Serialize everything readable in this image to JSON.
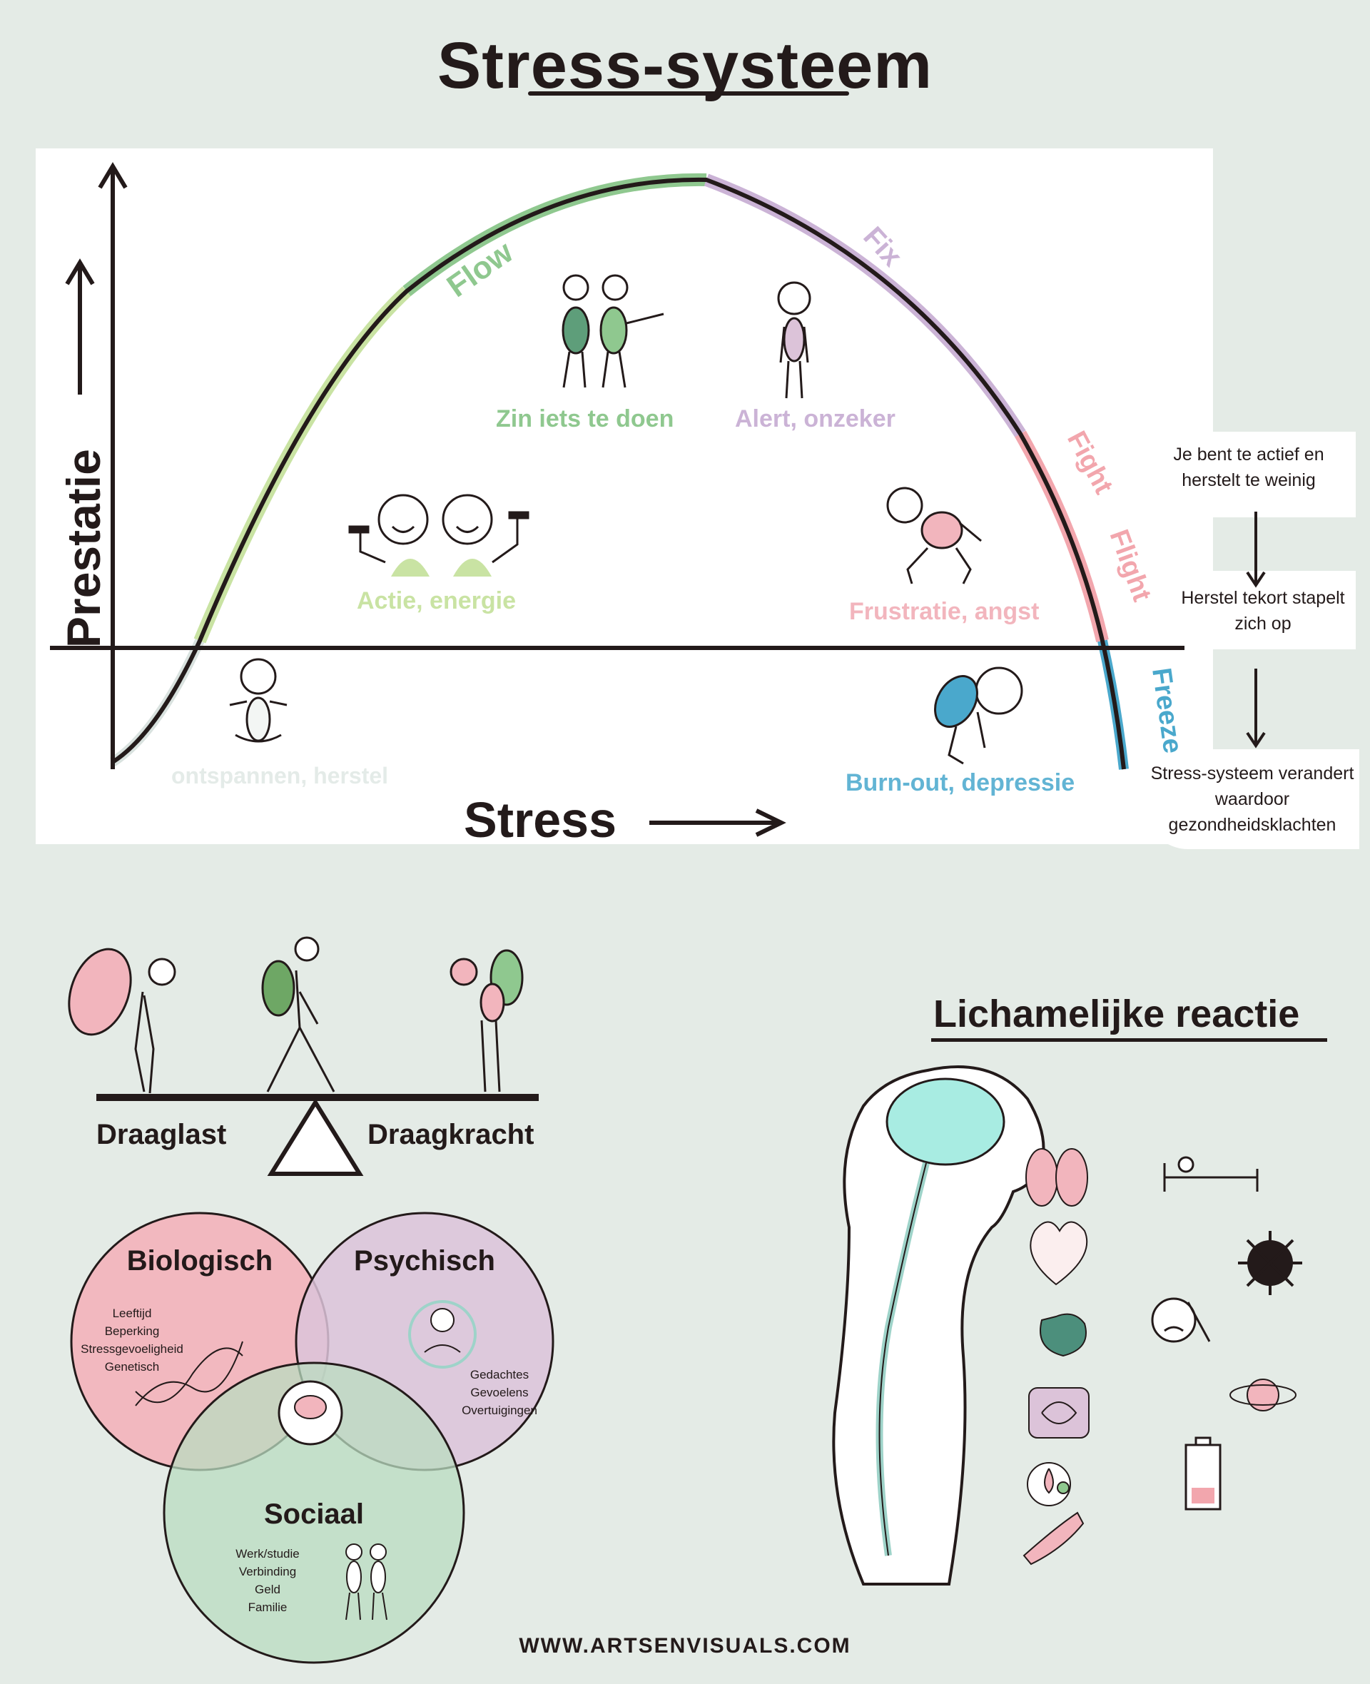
{
  "title": "Stress-systeem",
  "graph": {
    "y_axis_label": "Prestatie",
    "x_axis_label": "Stress",
    "curve_labels": {
      "flow": "Flow",
      "fix": "Fix",
      "fight": "Fight",
      "flight": "Flight",
      "freeze": "Freeze"
    },
    "zones": {
      "rest": "ontspannen, herstel",
      "action": "Actie, energie",
      "motivation": "Zin iets te doen",
      "alert": "Alert, onzeker",
      "frustration": "Frustratie, angst",
      "burnout": "Burn-out, depressie"
    },
    "colors": {
      "flow": "#8fc88f",
      "action": "#c9e3a3",
      "fix": "#cbb3d6",
      "fight": "#f2a6ad",
      "freeze": "#4aa8cc",
      "rest": "#d9e2df",
      "ink": "#231a1a"
    }
  },
  "side_notes": {
    "step1": "Je bent te actief en herstelt te weinig",
    "step2": "Herstel tekort stapelt zich op",
    "step3": "Stress-systeem verandert waardoor gezondheidsklachten"
  },
  "balance": {
    "left_label": "Draaglast",
    "right_label": "Draagkracht"
  },
  "venn": {
    "biological": {
      "title": "Biologisch",
      "items": [
        "Leeftijd",
        "Beperking",
        "Stressgevoeligheid",
        "Genetisch"
      ],
      "color": "#f2b5bd"
    },
    "psychological": {
      "title": "Psychisch",
      "items": [
        "Gedachtes",
        "Gevoelens",
        "Overtuigingen"
      ],
      "color": "#dcc3d9"
    },
    "social": {
      "title": "Sociaal",
      "items": [
        "Werk/studie",
        "Verbinding",
        "Geld",
        "Familie"
      ],
      "color": "#b9dcc0"
    }
  },
  "body_section": {
    "title": "Lichamelijke reactie"
  },
  "footer": {
    "url": "WWW.ARTSENVISUALS.COM"
  }
}
